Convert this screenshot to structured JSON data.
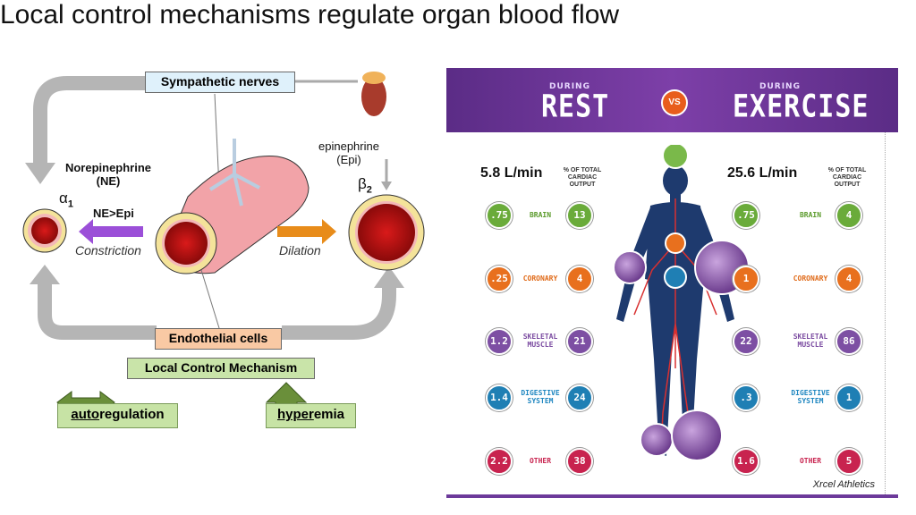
{
  "title": "Local control mechanisms regulate organ blood flow",
  "diagram": {
    "sympathetic_nerves": "Sympathetic nerves",
    "epinephrine": "epinephrine",
    "epi": "(Epi)",
    "norepinephrine": "Norepinephrine",
    "ne": "(NE)",
    "alpha1": "α",
    "alpha_sub": "1",
    "beta2": "β",
    "beta_sub": "2",
    "ne_gt_epi": "NE>Epi",
    "constriction": "Constriction",
    "dilation": "Dilation",
    "endothelial_cells": "Endothelial cells",
    "local_control": "Local Control Mechanism",
    "autoregulation_u": "auto",
    "autoregulation_rest": "regulation",
    "hyperemia_u": "hyper",
    "hyperemia_rest": "emia"
  },
  "infographic": {
    "rest_during": "DURING",
    "rest": "REST",
    "vs": "VS",
    "exercise_during": "DURING",
    "exercise": "EXERCISE",
    "rest_flow": "5.8 L/min",
    "exercise_flow": "25.6 L/min",
    "pct_label_1": "% OF TOTAL",
    "pct_label_2": "CARDIAC OUTPUT",
    "rows": [
      {
        "organ": "BRAIN",
        "organ2": "",
        "rest_val": ".75",
        "rest_pct": "13",
        "ex_val": ".75",
        "ex_pct": "4",
        "color": "#6aab3a",
        "text_color": "#5a9a2a"
      },
      {
        "organ": "CORONARY",
        "organ2": "",
        "rest_val": ".25",
        "rest_pct": "4",
        "ex_val": "1",
        "ex_pct": "4",
        "color": "#e8701e",
        "text_color": "#e06a18"
      },
      {
        "organ": "SKELETAL",
        "organ2": "MUSCLE",
        "rest_val": "1.2",
        "rest_pct": "21",
        "ex_val": "22",
        "ex_pct": "86",
        "color": "#7d4fa3",
        "text_color": "#7a4aa0"
      },
      {
        "organ": "DIGESTIVE",
        "organ2": "SYSTEM",
        "rest_val": "1.4",
        "rest_pct": "24",
        "ex_val": ".3",
        "ex_pct": "1",
        "color": "#1f7fb4",
        "text_color": "#1e86c0"
      },
      {
        "organ": "OTHER",
        "organ2": "",
        "rest_val": "2.2",
        "rest_pct": "38",
        "ex_val": "1.6",
        "ex_pct": "5",
        "color": "#c8234f",
        "text_color": "#c8234f"
      }
    ],
    "credit": "Xrcel Athletics"
  }
}
